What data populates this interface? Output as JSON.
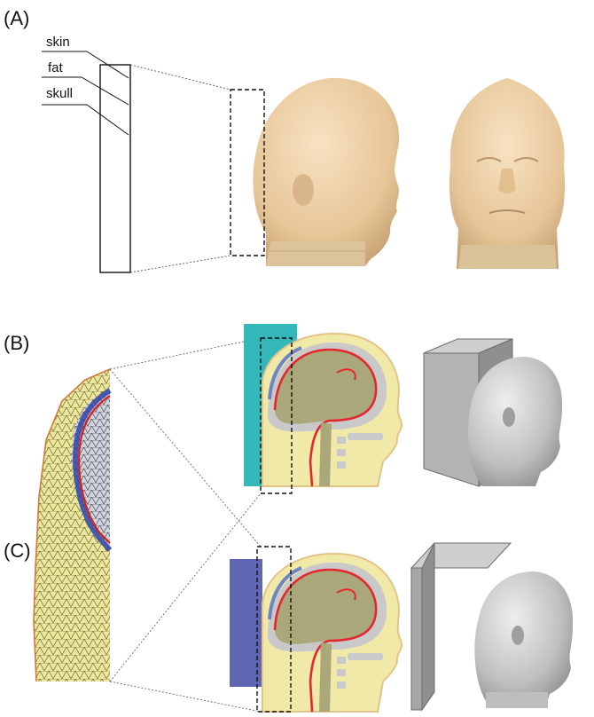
{
  "panels": {
    "a": {
      "label": "(A)"
    },
    "b": {
      "label": "(B)"
    },
    "c": {
      "label": "(C)"
    }
  },
  "layers": {
    "skin": "skin",
    "fat": "fat",
    "skull": "skull"
  },
  "colors": {
    "skin_tone": "#efd2a8",
    "head_gray": "#b9b9b9",
    "box_gray": "#a9a9a9",
    "brain": "#aaa77a",
    "csf_red": "#e5262d",
    "tissue_yellow": "#f1e9a8",
    "bone_gray": "#c9c9c9",
    "block_b": "#33b7b9",
    "block_c": "#6066b2",
    "mesh_yellow": "#ece79a",
    "mesh_gray": "#8f96a4",
    "mesh_blue": "#6f86c2"
  },
  "icons": {
    "head_side": "head-model-side",
    "head_front": "head-model-front",
    "head_with_plate": "head-model-with-plate",
    "sagittal": "sagittal-section-icon",
    "mesh": "fem-mesh-icon"
  }
}
